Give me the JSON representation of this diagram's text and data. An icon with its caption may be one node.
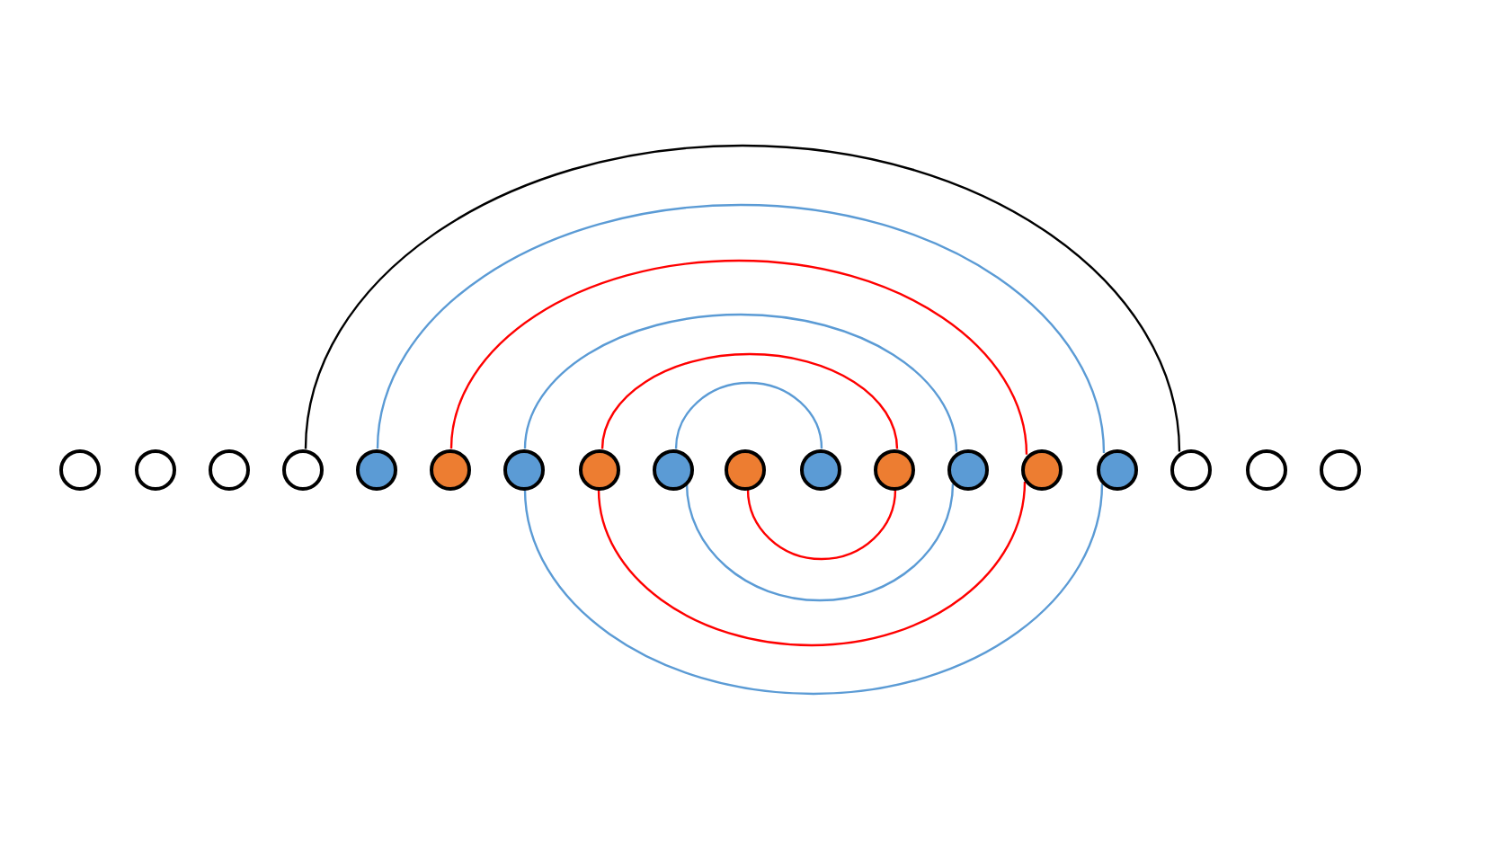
{
  "diagram": {
    "nodes": [
      {
        "text": [],
        "shape": "circle"
      },
      {
        "text": [],
        "shape": "circle"
      },
      {
        "text": [],
        "shape": "circle"
      },
      {
        "text": [],
        "shape": "circle"
      },
      {
        "text": [],
        "shape": "circle"
      },
      {
        "text": [],
        "shape": "circle"
      },
      {
        "text": [],
        "shape": "circle"
      },
      {
        "text": [],
        "shape": "circle"
      },
      {
        "text": [],
        "shape": "circle"
      },
      {
        "text": [],
        "shape": "circle"
      },
      {
        "text": [],
        "shape": "circle"
      },
      {
        "text": [],
        "shape": "circle"
      },
      {
        "text": [],
        "shape": "circle"
      },
      {
        "text": [],
        "shape": "circle"
      },
      {
        "text": [],
        "shape": "circle"
      },
      {
        "text": [],
        "shape": "circle"
      },
      {
        "text": [],
        "shape": "circle"
      },
      {
        "text": [],
        "shape": "circle"
      }
    ],
    "edges": [
      {
        "from": 3,
        "to": 15,
        "arrow": "none",
        "color": "#000000"
      },
      {
        "from": 4,
        "to": 14,
        "arrow": "none",
        "color": "#5b9bd5"
      },
      {
        "from": 5,
        "to": 13,
        "arrow": "none",
        "color": "#ff0000"
      },
      {
        "from": 6,
        "to": 12,
        "arrow": "none",
        "color": "#5b9bd5"
      },
      {
        "from": 7,
        "to": 11,
        "arrow": "none",
        "color": "#ff0000"
      },
      {
        "from": 8,
        "to": 10,
        "arrow": "none",
        "color": "#5b9bd5"
      },
      {
        "from": 9,
        "to": 11,
        "arrow": "none",
        "color": "#ff0000"
      },
      {
        "from": 8,
        "to": 12,
        "arrow": "none",
        "color": "#5b9bd5"
      },
      {
        "from": 7,
        "to": 13,
        "arrow": "none",
        "color": "#ff0000"
      },
      {
        "from": 6,
        "to": 14,
        "arrow": "none",
        "color": "#5b9bd5"
      }
    ]
  }
}
